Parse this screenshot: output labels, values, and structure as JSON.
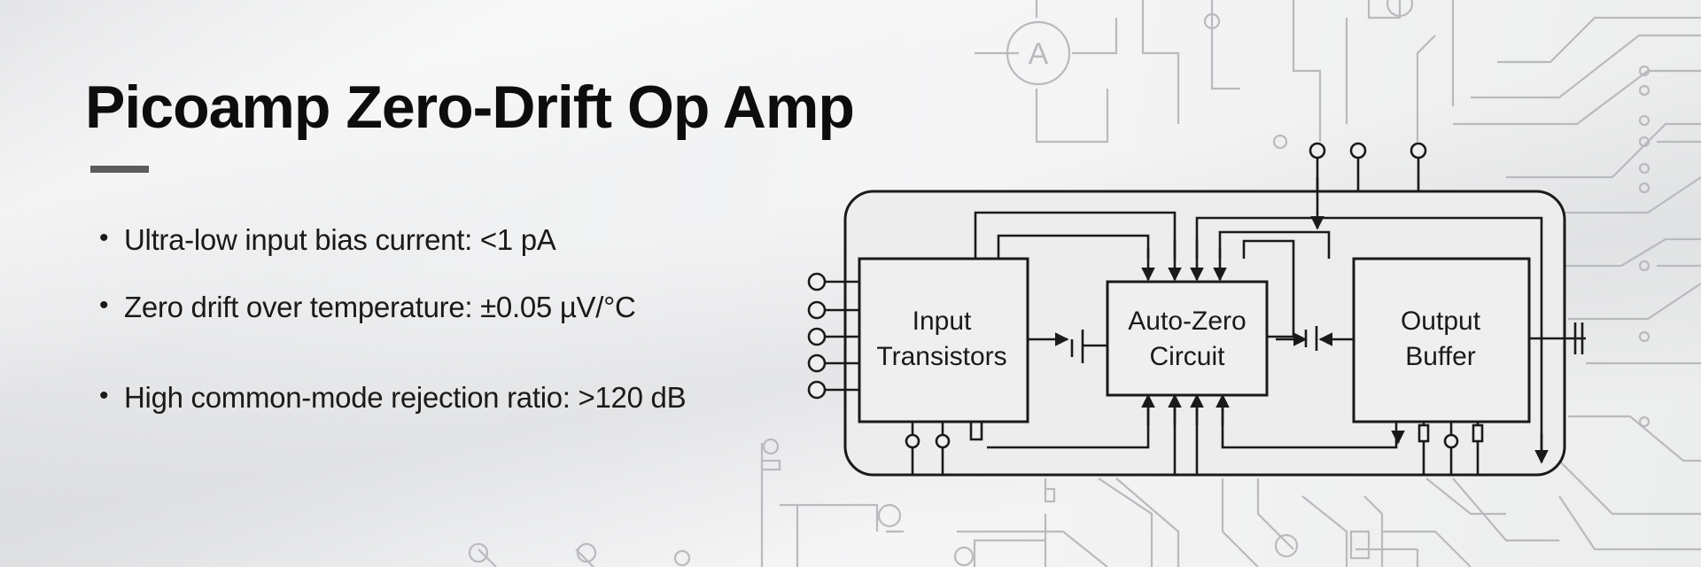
{
  "title": "Picoamp Zero-Drift Op Amp",
  "bullets": [
    "Ultra-low input bias current: <1 pA",
    "Zero drift over temperature: ±0.05 µV/°C",
    "High common-mode rejection ratio: >120 dB"
  ],
  "blocks": {
    "input": [
      "Input",
      "Transistors"
    ],
    "autozero": [
      "Auto-Zero",
      "Circuit"
    ],
    "output": [
      "Output",
      "Buffer"
    ]
  },
  "meter_symbol": "A",
  "colors": {
    "ink": "#1a1a1a",
    "chip_fill": "#ededed",
    "block_fill": "#efefef",
    "trace": "#b9babd"
  }
}
